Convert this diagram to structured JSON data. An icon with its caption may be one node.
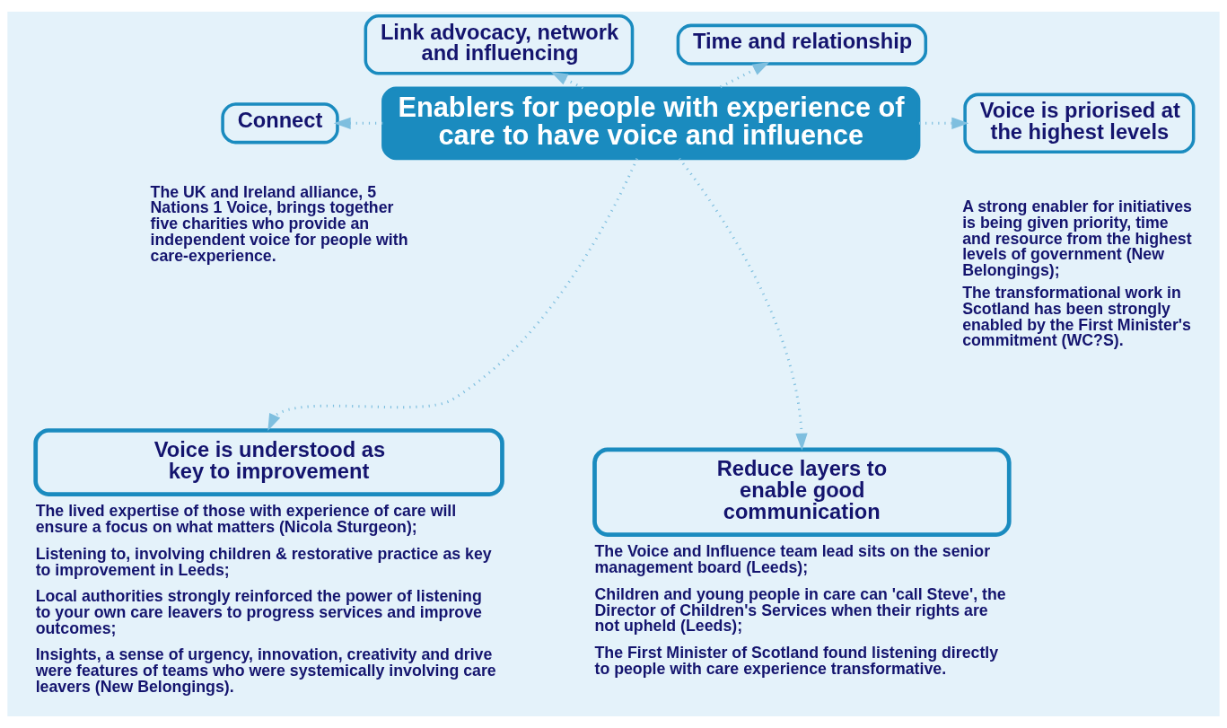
{
  "diagram": {
    "nodes": [
      {
        "text": [
          "Enablers for people with experience of care to have voice and influence"
        ]
      },
      {
        "text": [
          "Link advocacy, network and influencing"
        ]
      },
      {
        "text": [
          "Time and relationship"
        ]
      },
      {
        "text": [
          "Connect"
        ],
        "beside": [
          "The UK and Ireland alliance, 5 Nations 1 Voice, brings together five charities who provide an independent voice for people with care-experience."
        ]
      },
      {
        "text": [
          "Voice is priorised at the highest levels"
        ],
        "beside": [
          "A strong enabler for initiatives is being given priority, time and resource from the highest levels of government (New Belongings);",
          "The transformational work in Scotland has been strongly enabled by the First Minister's commitment (WC?S)."
        ]
      },
      {
        "text": [
          "Voice is understood as key to improvement"
        ],
        "beside": [
          "The lived expertise of those with experience of care will ensure a focus on what matters (Nicola Sturgeon);",
          "Listening to, involving children & restorative practice as key to improvement in Leeds;",
          "Local authorities strongly reinforced the power of listening to your own care leavers to progress services and improve outcomes;",
          "Insights, a sense of urgency, innovation, creativity and drive were features of teams who were systemically involving care leavers (New Belongings)."
        ]
      },
      {
        "text": [
          "Reduce layers to enable good communication"
        ],
        "beside": [
          "The Voice and Influence team lead sits on the senior management board (Leeds);",
          "Children and young people in care can 'call Steve', the Director of Children's Services when their rights are not upheld (Leeds);",
          "The First Minister of Scotland found listening directly to people with care experience transformative."
        ]
      }
    ],
    "edges": [
      {
        "from": 0,
        "to": 1,
        "arrow": "to",
        "style": "dashed"
      },
      {
        "from": 0,
        "to": 2,
        "arrow": "to",
        "style": "dashed"
      },
      {
        "from": 0,
        "to": 3,
        "arrow": "to",
        "style": "dashed"
      },
      {
        "from": 0,
        "to": 4,
        "arrow": "to",
        "style": "dashed"
      },
      {
        "from": 0,
        "to": 5,
        "arrow": "to",
        "style": "dashed"
      },
      {
        "from": 0,
        "to": 6,
        "arrow": "to",
        "style": "dashed"
      }
    ]
  }
}
